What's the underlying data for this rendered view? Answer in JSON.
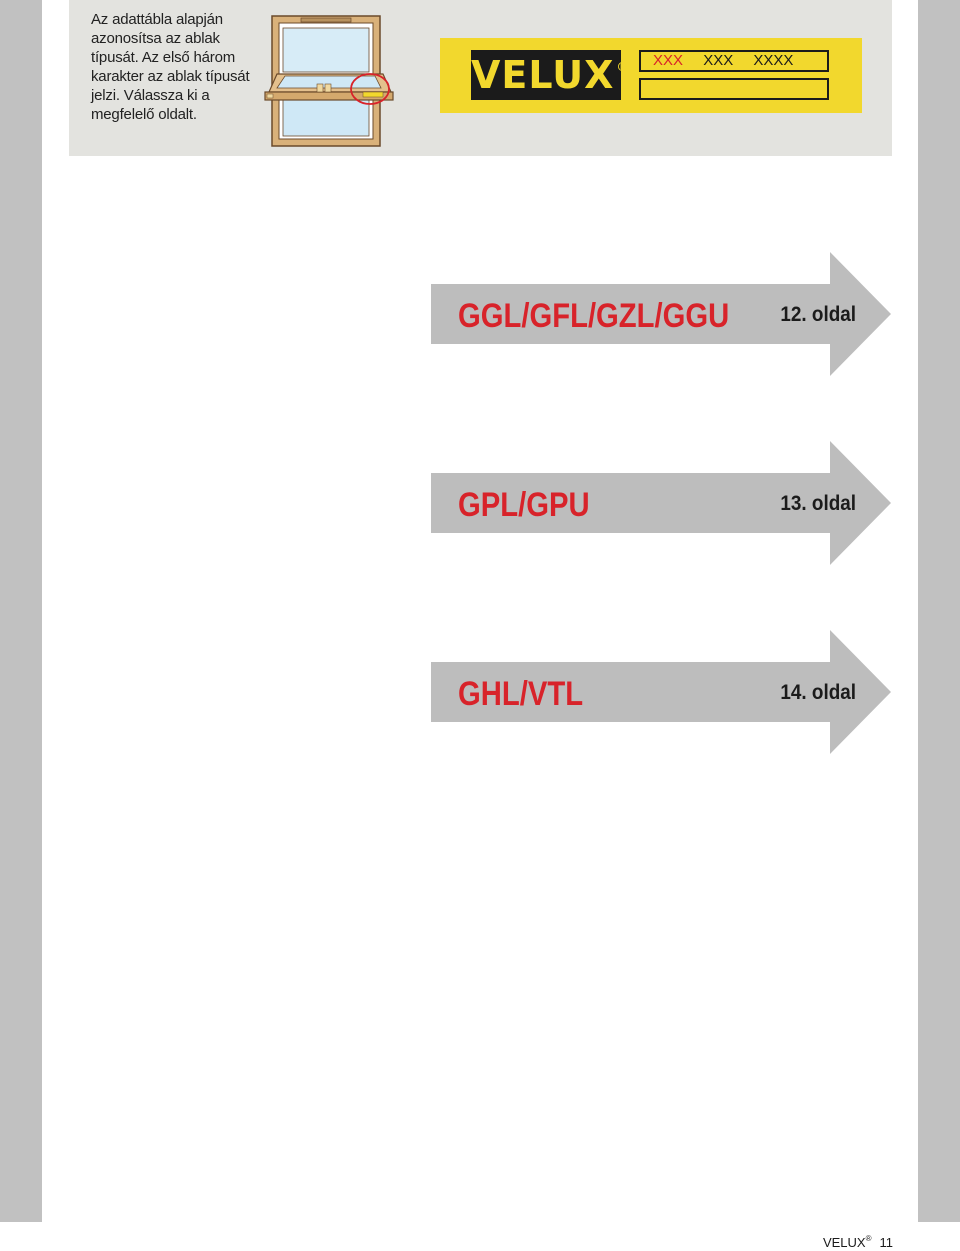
{
  "instruction_text": "Az adattábla alapján azonosítsa az ablak típusát. Az első három karakter az ablak típusát jelzi. Válassza ki a megfelelő oldalt.",
  "data_plate": {
    "logo_text": "VELUX",
    "logo_reg": "®",
    "code_parts": [
      "XXX",
      "XXX",
      "XXXX"
    ],
    "colors": {
      "plate": "#f2d82d",
      "logo_bg": "#1b1b1b",
      "highlight": "#d8232a"
    }
  },
  "arrows": [
    {
      "type": "GGL/GFL/GZL/GGU",
      "page": "12. oldal"
    },
    {
      "type": "GPL/GPU",
      "page": "13. oldal"
    },
    {
      "type": "GHL/VTL",
      "page": "14. oldal"
    }
  ],
  "footer": {
    "brand": "VELUX",
    "reg": "®",
    "page_number": "11"
  },
  "colors": {
    "accent_red": "#d8232a",
    "arrow_grey": "#bdbdbd",
    "side_bar_grey": "#c1c1c1",
    "panel_bg": "#e3e3df"
  }
}
